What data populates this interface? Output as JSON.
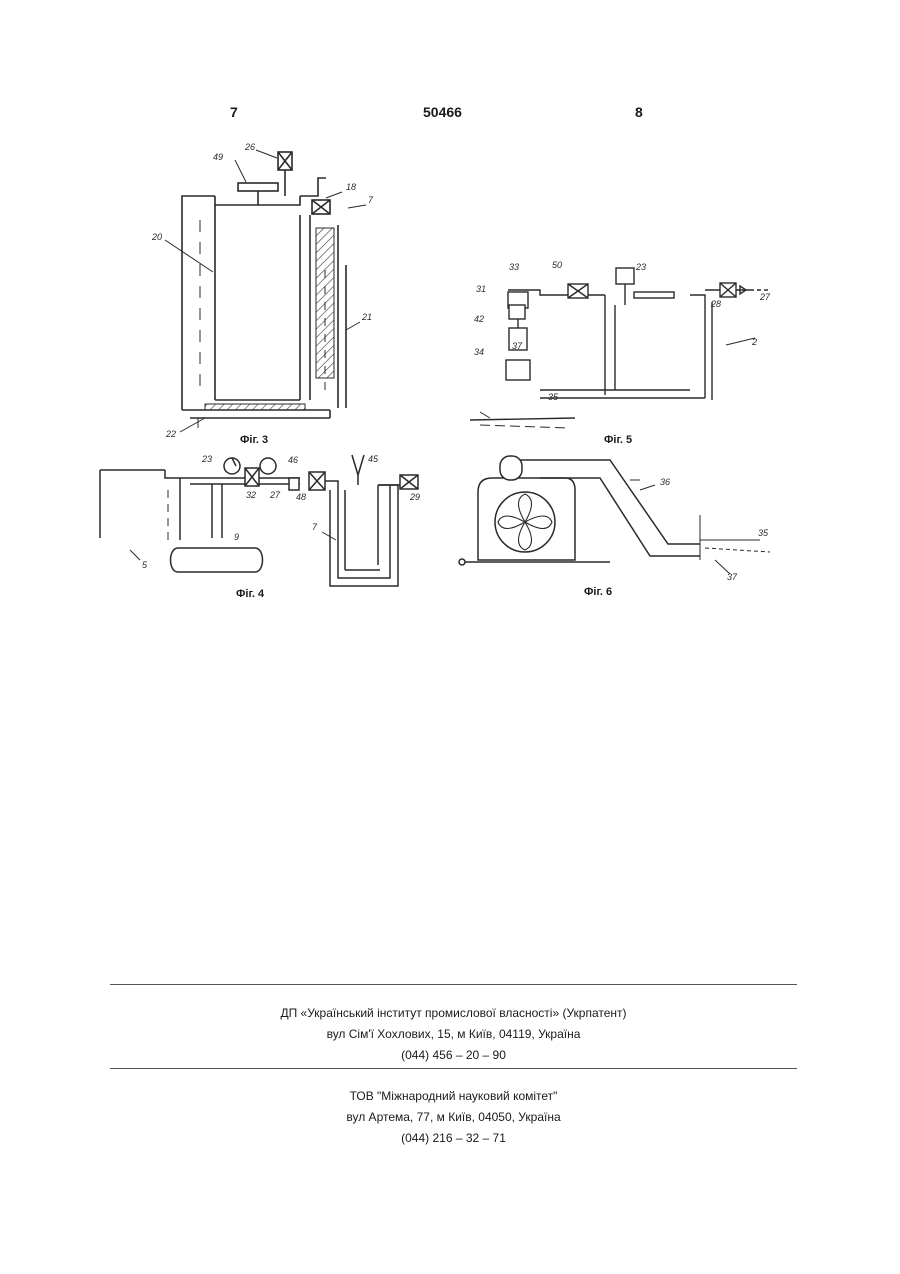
{
  "header": {
    "left_page": "7",
    "patent_number": "50466",
    "right_page": "8"
  },
  "figures": {
    "fig3": {
      "caption": "Фіг. 3",
      "labels": [
        "20",
        "26",
        "49",
        "18",
        "7",
        "21",
        "22"
      ]
    },
    "fig4": {
      "caption": "Фіг. 4",
      "labels": [
        "23",
        "46",
        "32",
        "27",
        "48",
        "45",
        "29",
        "9",
        "7",
        "5"
      ]
    },
    "fig5": {
      "caption": "Фіг. 5",
      "labels": [
        "33",
        "50",
        "23",
        "31",
        "28",
        "27",
        "42",
        "37",
        "2",
        "34",
        "35"
      ]
    },
    "fig6": {
      "caption": "Фіг. 6",
      "labels": [
        "36",
        "35",
        "37"
      ]
    }
  },
  "footer": {
    "publisher": {
      "name": "ДП «Український інститут промислової власності» (Укрпатент)",
      "address": "вул  Сім'ї Хохлових, 15, м  Київ, 04119, Україна",
      "phone": "(044) 456 – 20 –  90"
    },
    "printer": {
      "name": "ТОВ \"Міжнародний науковий комітет\"",
      "address": "вул  Артема, 77, м  Київ, 04050, Україна",
      "phone": "(044) 216 – 32 – 71"
    }
  }
}
